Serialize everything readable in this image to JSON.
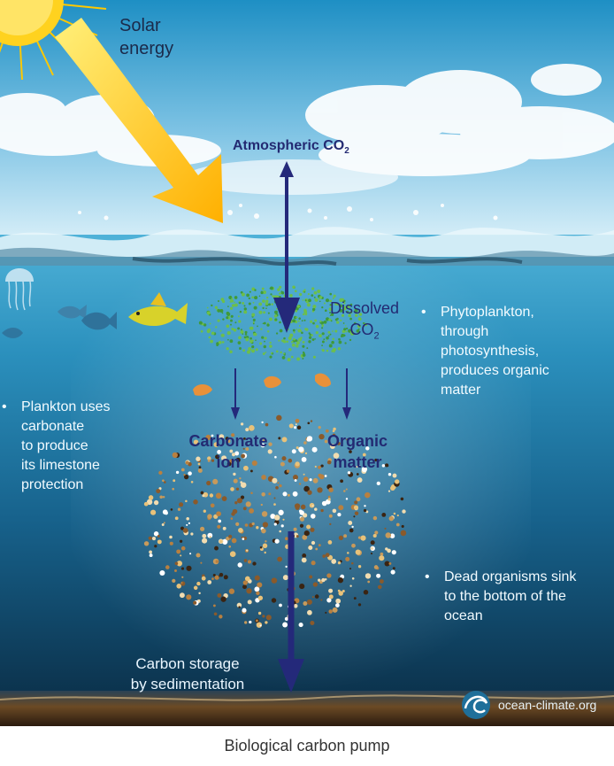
{
  "diagram": {
    "title": "Biological carbon pump",
    "labels": {
      "solar_energy": [
        "Solar",
        "energy"
      ],
      "atmospheric_co2": "Atmospheric CO",
      "atmospheric_co2_sub": "2",
      "dissolved_co2": [
        "Dissolved",
        "CO"
      ],
      "dissolved_co2_sub": "2",
      "carbonate_ion": [
        "Carbonate",
        "ion"
      ],
      "organic_matter": [
        "Organic",
        "matter"
      ],
      "carbon_storage": [
        "Carbon storage",
        "by sedimentation"
      ]
    },
    "notes": {
      "phytoplankton": [
        "Phytoplankton,",
        "through",
        "photosynthesis,",
        "produces organic",
        "matter"
      ],
      "plankton": [
        "Plankton uses",
        "carbonate",
        "to produce",
        "its limestone",
        "protection"
      ],
      "dead_organisms": [
        "Dead organisms sink",
        "to the bottom of the",
        "ocean"
      ]
    },
    "bullet": "•",
    "watermark": "ocean-climate.org",
    "colors": {
      "sky_top": "#1e8fc4",
      "sky_bottom": "#c6e6f5",
      "ocean_top": "#3ea7cf",
      "ocean_bottom": "#0c3550",
      "sun": "#ffd21f",
      "sun_ray": "#ffb000",
      "arrow": "#24297a",
      "dark_text": "#232a72",
      "seafloor": "#5a3a1c"
    }
  }
}
